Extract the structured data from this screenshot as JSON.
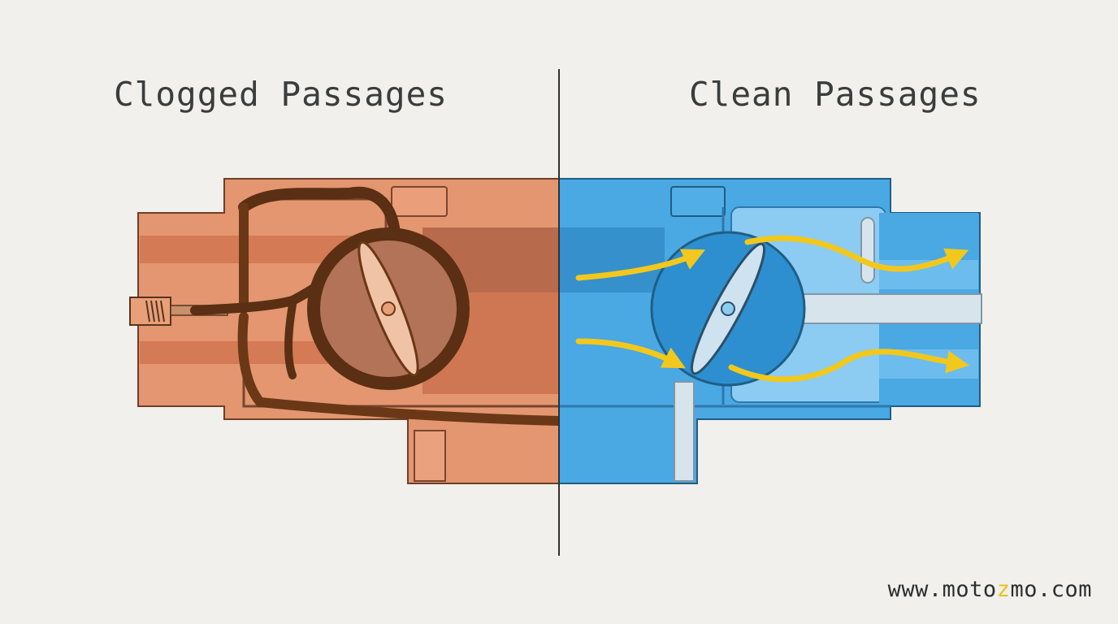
{
  "left_panel": {
    "title": "Clogged Passages"
  },
  "right_panel": {
    "title": "Clean Passages"
  },
  "watermark": {
    "prefix": "www.moto",
    "accent": "z",
    "suffix": "mo.com"
  },
  "colors": {
    "background": "#f1f0ec",
    "clogged_body": "#e3966f",
    "clogged_shade": "#d47a55",
    "sludge": "#5a2f14",
    "clean_body": "#4aa8e2",
    "clean_light": "#8cccf2",
    "airflow_arrow": "#f2c81c",
    "divider": "#2f3232"
  }
}
